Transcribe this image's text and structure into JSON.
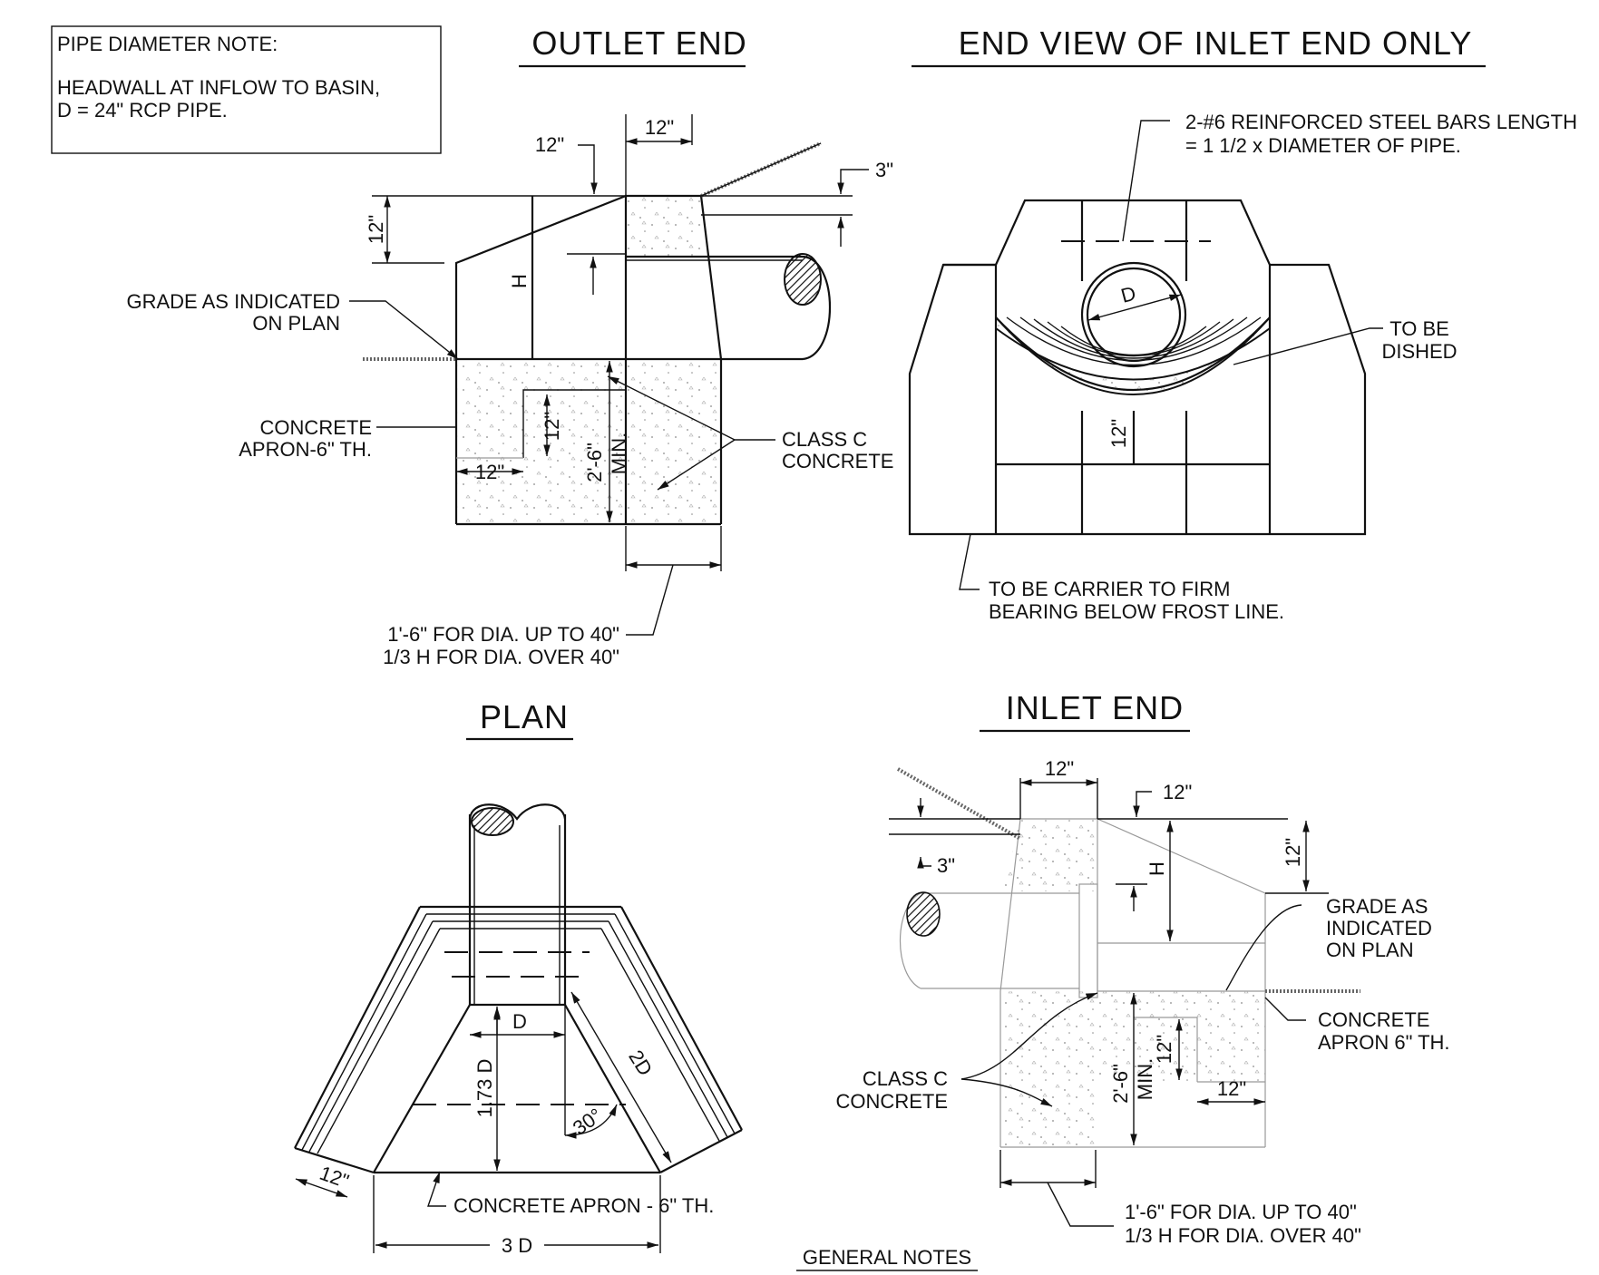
{
  "note_box": {
    "title": "PIPE DIAMETER NOTE:",
    "line1": "HEADWALL AT INFLOW TO BASIN,",
    "line2": "D = 24\" RCP PIPE."
  },
  "titles": {
    "outlet_end": "OUTLET END",
    "end_view": "END VIEW OF INLET END ONLY",
    "plan": "PLAN",
    "inlet_end": "INLET END",
    "general_notes": "GENERAL NOTES"
  },
  "outlet": {
    "dim_12_top": "12\"",
    "dim_12_left": "12\"",
    "dim_3": "3\"",
    "dim_12_vert": "12\"",
    "h": "H",
    "grade_1": "GRADE AS INDICATED",
    "grade_2": "ON PLAN",
    "apron_1": "CONCRETE",
    "apron_2": "APRON-6\" TH.",
    "dim_12_inner": "12\"",
    "dim_12_bottom": "12\"",
    "dim_26": "2'-6\"",
    "min": "MIN.",
    "classc_1": "CLASS C",
    "classc_2": "CONCRETE",
    "foot_1": "1'-6\" FOR DIA. UP TO 40\"",
    "foot_2": "1/3 H FOR DIA. OVER 40\""
  },
  "endview": {
    "bars_1": "2-#6 REINFORCED STEEL BARS LENGTH",
    "bars_2": "= 1 1/2  x DIAMETER OF PIPE.",
    "d": "D",
    "dished_1": "TO BE",
    "dished_2": "DISHED",
    "dim_12": "12\"",
    "carrier_1": "TO BE CARRIER TO FIRM",
    "carrier_2": "BEARING BELOW FROST LINE."
  },
  "plan": {
    "d": "D",
    "d173": "1.73 D",
    "d2": "2D",
    "angle": "30°",
    "dim_12": "12\"",
    "apron": "CONCRETE APRON - 6\" TH.",
    "d3": "3 D"
  },
  "inlet": {
    "dim_12_top": "12\"",
    "dim_12_right": "12\"",
    "dim_3": "3\"",
    "h": "H",
    "dim_12_vert": "12\"",
    "grade_1": "GRADE AS",
    "grade_2": "INDICATED",
    "grade_3": "ON PLAN",
    "apron_1": "CONCRETE",
    "apron_2": "APRON 6\" TH.",
    "classc_1": "CLASS C",
    "classc_2": "CONCRETE",
    "dim_26": "2'-6\"",
    "min": "MIN.",
    "dim_12_inner": "12\"",
    "dim_12_bottom": "12\"",
    "foot_1": "1'-6\" FOR DIA. UP TO 40\"",
    "foot_2": "1/3 H FOR DIA. OVER 40\""
  }
}
